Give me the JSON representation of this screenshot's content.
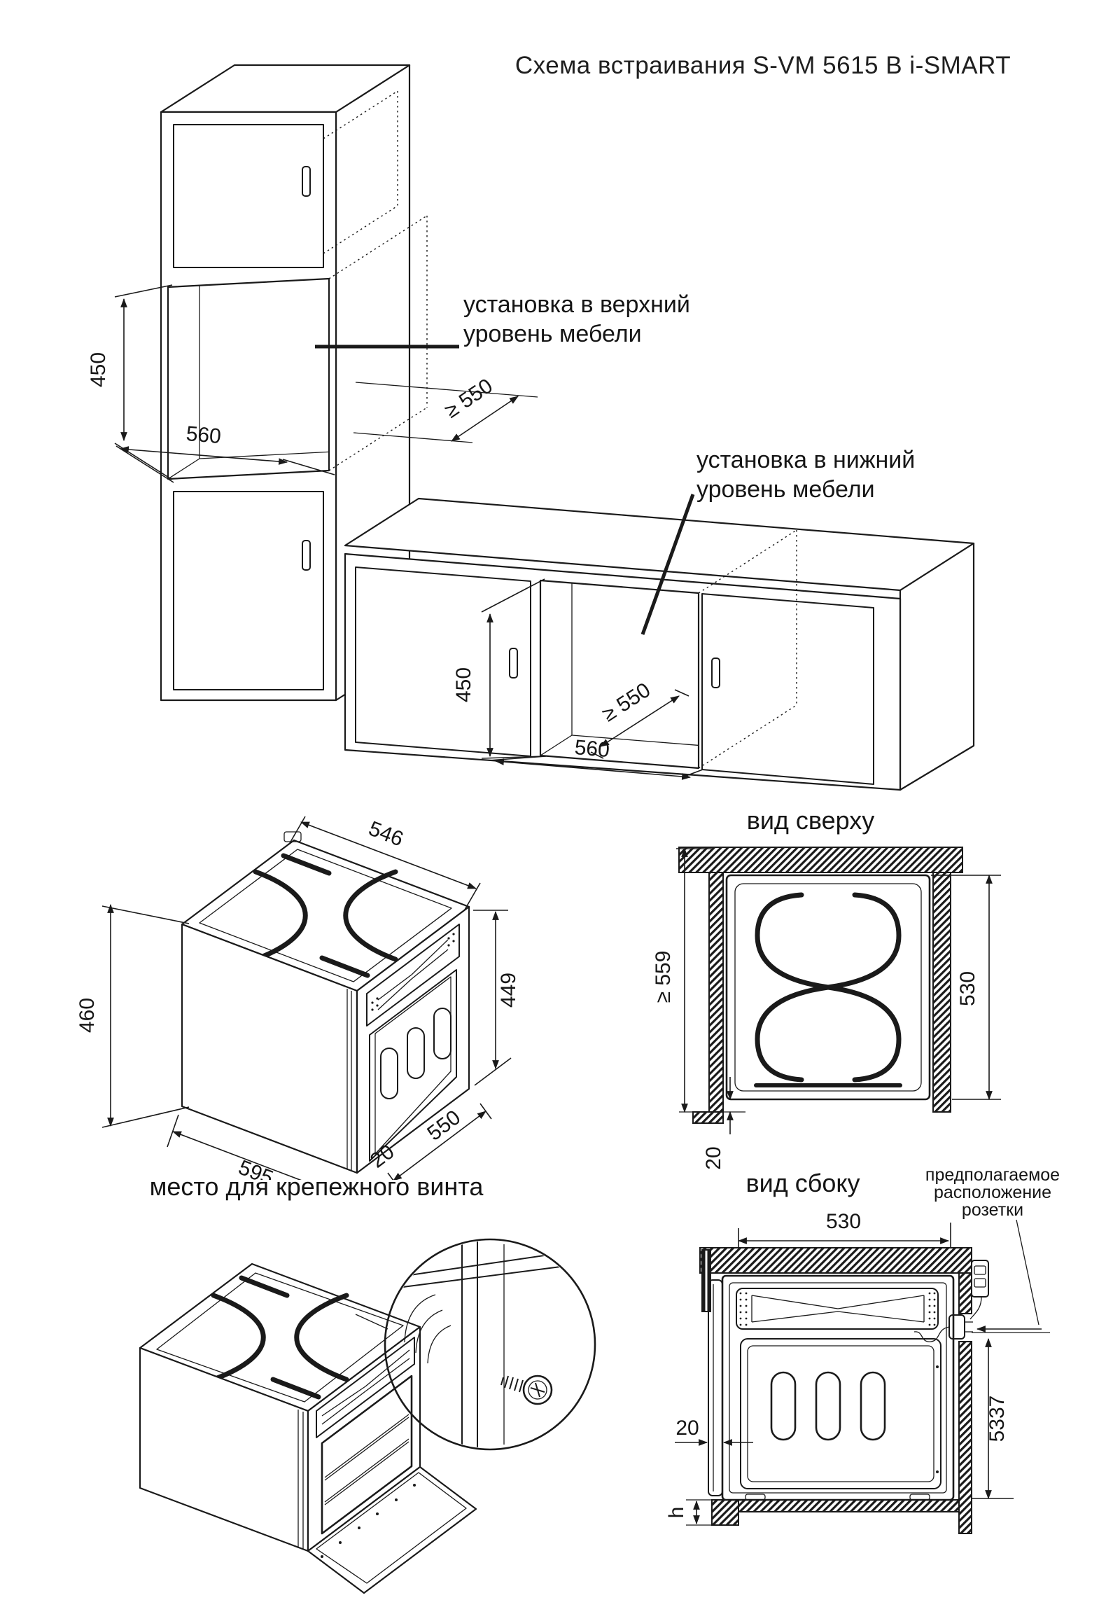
{
  "page_title": "Схема встраивания S-VM 5615 B i-SMART",
  "installation": {
    "upper_note_line1": "установка в верхний",
    "upper_note_line2": "уровень мебели",
    "lower_note_line1": "установка в нижний",
    "lower_note_line2": "уровень мебели",
    "upper_niche": {
      "height_mm": "450",
      "width_mm": "560",
      "depth_mm": "≥ 550"
    },
    "lower_niche": {
      "height_mm": "450",
      "width_mm": "560",
      "depth_mm": "≥ 550"
    }
  },
  "oven_3d": {
    "top_width_mm": "546",
    "height_mm": "460",
    "front_height_mm": "449",
    "width_mm": "595",
    "door_mm": "20",
    "depth_mm": "550"
  },
  "top_view": {
    "title": "вид сверху",
    "cabinet_depth_mm": "≥ 559",
    "oven_depth_mm": "530",
    "front_gap_mm": "20"
  },
  "screw_view": {
    "title": "место для крепежного винта"
  },
  "side_view": {
    "title": "вид сбоку",
    "socket_note_line1": "предполагаемое",
    "socket_note_line2": "расположение",
    "socket_note_line3": "розетки",
    "top_width_mm": "530",
    "door_mm": "20",
    "height_label": "5337",
    "plinth_height": "h"
  }
}
